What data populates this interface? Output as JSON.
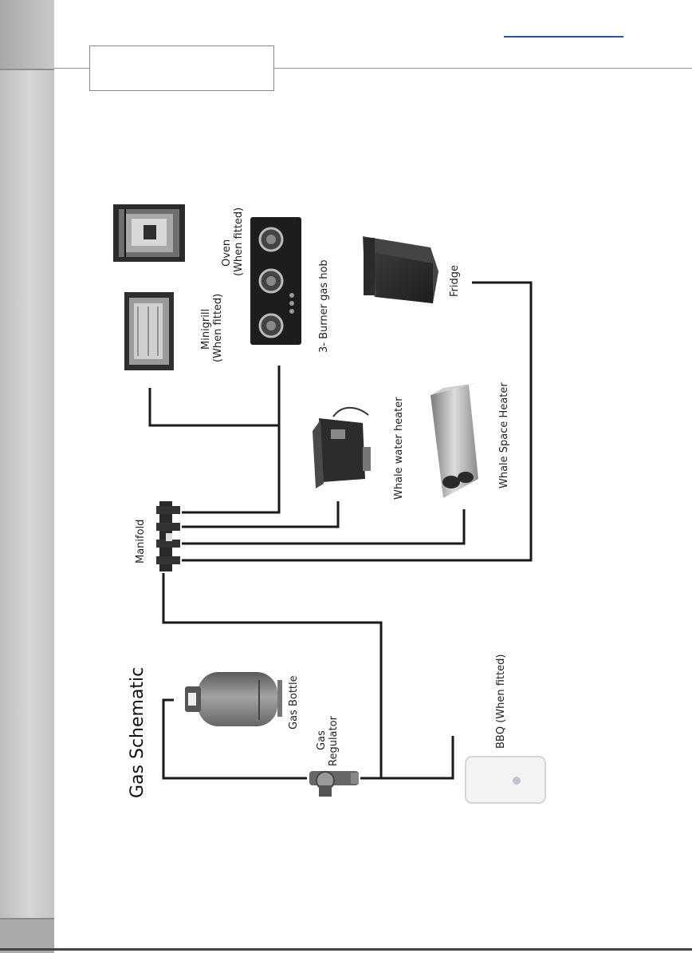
{
  "title": "Gas Schematic",
  "labels": {
    "oven": [
      "Oven",
      "(When fitted)"
    ],
    "minigrill": [
      "Minigrill",
      "(When fitted)"
    ],
    "hob": "3- Burner gas hob",
    "fridge": "Fridge",
    "water_heater": "Whale water heater",
    "space_heater": "Whale Space Heater",
    "manifold": "Manifold",
    "gas_bottle": "Gas Bottle",
    "regulator": [
      "Gas",
      "Regulator"
    ],
    "bbq": "BBQ (When fitted)"
  },
  "colors": {
    "pipe": "#1a1a1a",
    "sidebar": "#c8c8c8",
    "link_underline": "#2a4fb0"
  }
}
